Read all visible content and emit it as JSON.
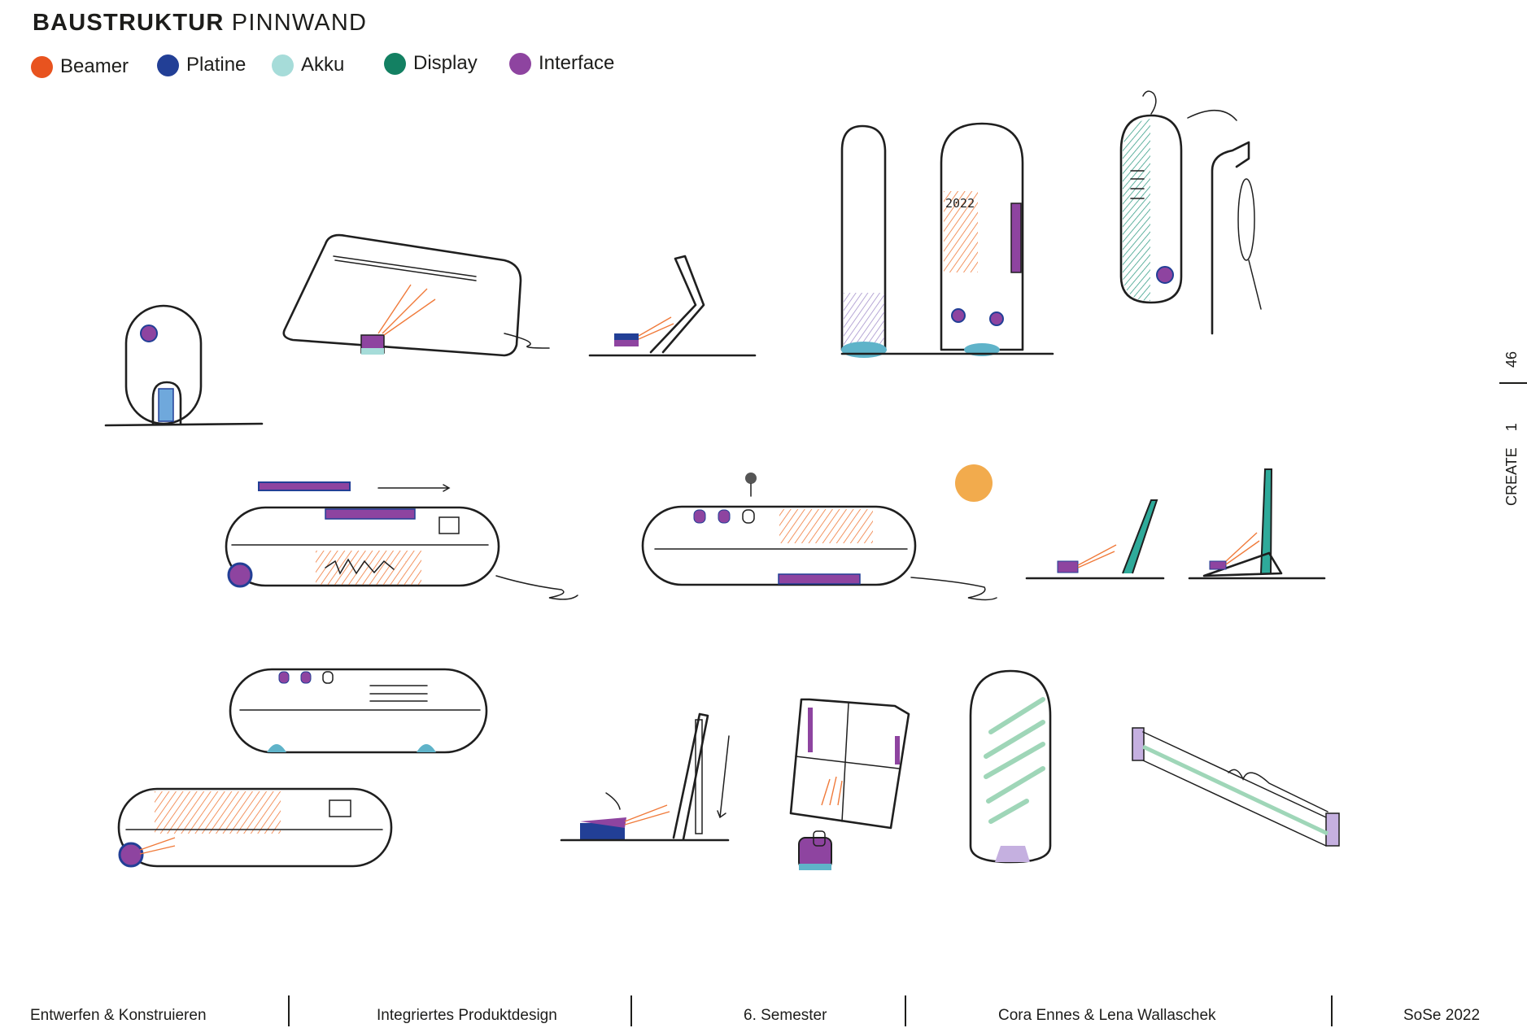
{
  "header": {
    "title_bold": "BAUSTRUKTUR",
    "title_light": "PINNWAND"
  },
  "legend": [
    {
      "label": "Beamer",
      "color": "#e8531f"
    },
    {
      "label": "Platine",
      "color": "#223f96"
    },
    {
      "label": "Akku",
      "color": "#a6dcd9"
    },
    {
      "label": "Display",
      "color": "#138062"
    },
    {
      "label": "Interface",
      "color": "#8e44a0"
    }
  ],
  "sidebar": {
    "section": "CREATE",
    "section_number": "1",
    "page_number": "46"
  },
  "sketch_labels": {
    "calendar_year": "2022"
  },
  "footer": {
    "course": "Entwerfen & Konstruieren",
    "program": "Integriertes Produktdesign",
    "semester": "6. Semester",
    "authors": "Cora Ennes  & Lena Wallaschek",
    "term": "SoSe 2022"
  },
  "colors": {
    "accent_sun": "#f2ab4d",
    "hatch_orange": "#f07a3a",
    "hatch_green": "#9fd6b8"
  }
}
